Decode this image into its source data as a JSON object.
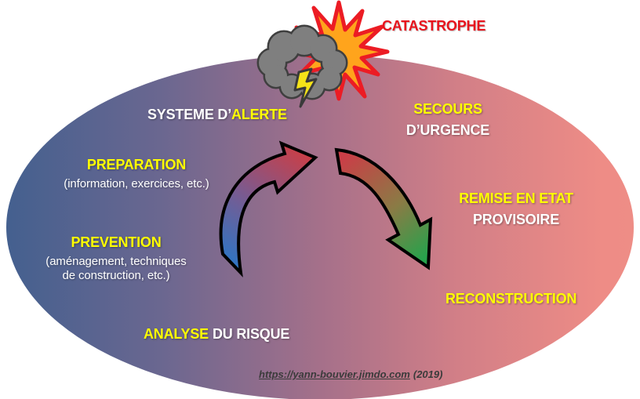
{
  "diagram": {
    "catastrophe": "CATASTROPHE",
    "systeme": {
      "white": "SYSTEME D’",
      "yellow": "ALERTE"
    },
    "preparation": {
      "title": "PREPARATION",
      "note": "(information, exercices, etc.)"
    },
    "prevention": {
      "title": "PREVENTION",
      "note_line1": "(aménagement, techniques",
      "note_line2": "de construction, etc.)"
    },
    "analyse": {
      "yellow": "ANALYSE",
      "white": "DU RISQUE"
    },
    "secours": {
      "line1": "SECOURS",
      "line2": "D’URGENCE"
    },
    "remise": {
      "line1": "REMISE EN ETAT",
      "line2": "PROVISOIRE"
    },
    "reconstruction": "RECONSTRUCTION"
  },
  "footer": {
    "link": "https://yann-bouvier.jimdo.com",
    "year": "(2019)"
  },
  "icons": {
    "explosion": "explosion-starburst",
    "cloud": "storm-cloud",
    "lightning": "lightning-bolt",
    "arrow_left": "cycle-arrow-prevention-to-alert",
    "arrow_right": "cycle-arrow-catastrophe-to-reconstruction"
  },
  "colors": {
    "background": "#FFFFFF",
    "ellipse_left": "#44608F",
    "ellipse_right": "#EE8C86",
    "label_yellow": "#FFFF00",
    "label_white": "#FFFFFF",
    "catastrophe_red": "#E8141D",
    "arrow_blue": "#2E75C4",
    "arrow_red": "#C93F48",
    "arrow_green": "#27A24C",
    "explosion_orange": "#FFA41C",
    "explosion_outline_red": "#EC1C24",
    "cloud_gray": "#7F7F7F",
    "lightning_yellow": "#F5E318",
    "footer_text": "#3B3B3B"
  }
}
